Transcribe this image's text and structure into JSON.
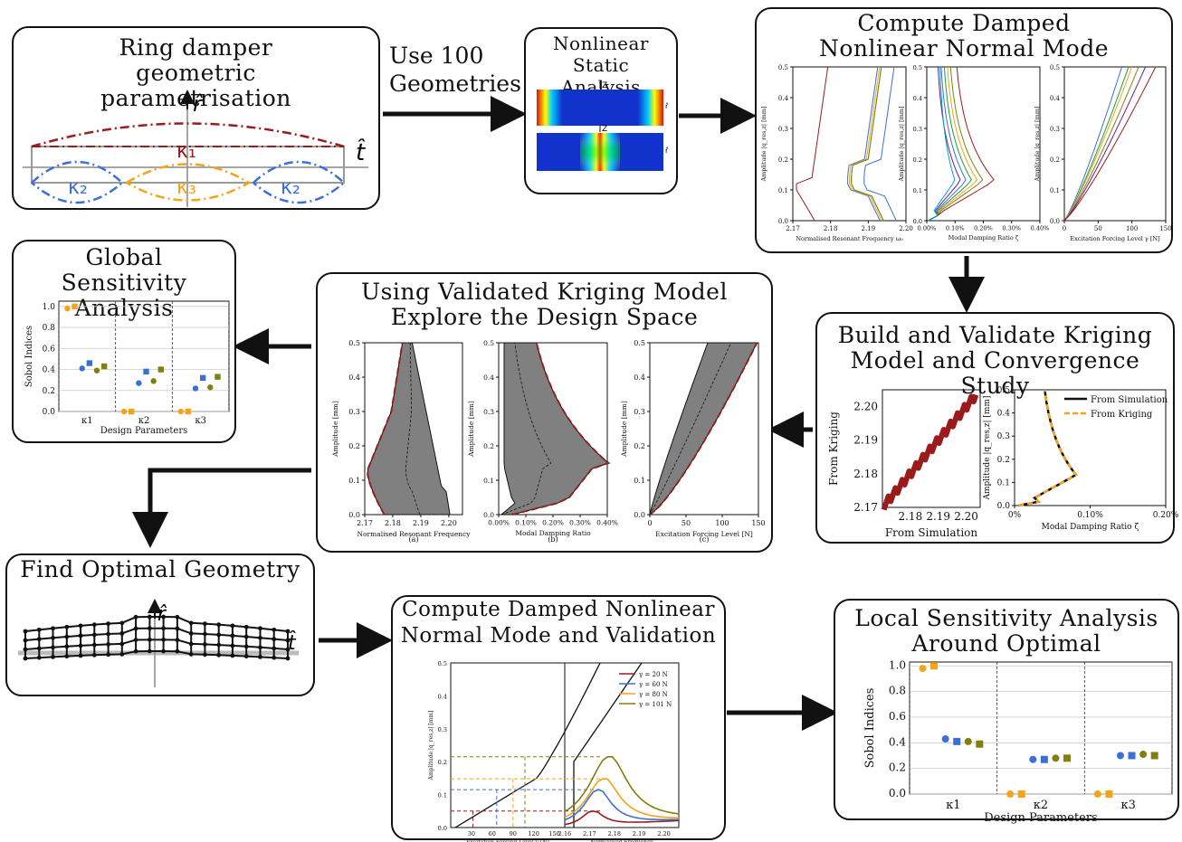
{
  "boxes": {
    "ring": {
      "title": "Ring damper geometric parametrisation",
      "r_axis": "r̂",
      "t_axis": "t̂",
      "k1": "κ₁",
      "k2": "κ₂",
      "k3": "κ₃"
    },
    "static": {
      "title": "Nonlinear Static Analysis",
      "axis_z": "Z",
      "axis_r": "r̂"
    },
    "dnnm": {
      "title": "Compute Damped Nonlinear Normal Mode"
    },
    "gsa": {
      "title": "Global Sensitivity Analysis"
    },
    "explore": {
      "title": "Using Validated Kriging Model Explore the Design Space"
    },
    "kriging": {
      "title": "Build and Validate Kriging Model and Convergence Study"
    },
    "optimal": {
      "title": "Find Optimal Geometry",
      "r_axis": "r̂",
      "t_axis": "t̂"
    },
    "validation": {
      "title": "Compute Damped Nonlinear Normal Mode and Validation"
    },
    "lsa": {
      "title": "Local Sensitivity Analysis Around Optimal"
    }
  },
  "arrows": {
    "use100": "Use 100 Geometries"
  },
  "chart_data": [
    {
      "id": "dnnm-freq",
      "type": "line",
      "xlabel": "Normalised Resonant Frequency ω₀",
      "ylabel": "Amplitude |q_res,z| [mm]",
      "xticks": [
        "2.17",
        "2.18",
        "2.19",
        "2.20"
      ],
      "yticks": [
        "0.0",
        "0.1",
        "0.2",
        "0.3",
        "0.4",
        "0.5"
      ],
      "xlim": [
        2.17,
        2.2
      ],
      "ylim": [
        0,
        0.5
      ]
    },
    {
      "id": "dnnm-damp",
      "type": "line",
      "xlabel": "Modal Damping Ratio ζ",
      "ylabel": "Amplitude |q_res,z| [mm]",
      "xticks": [
        "0.00%",
        "0.10%",
        "0.20%",
        "0.30%",
        "0.40%"
      ],
      "yticks": [
        "0.0",
        "0.1",
        "0.2",
        "0.3",
        "0.4",
        "0.5"
      ],
      "xlim": [
        0,
        0.4
      ],
      "ylim": [
        0,
        0.5
      ]
    },
    {
      "id": "dnnm-force",
      "type": "line",
      "xlabel": "Excitation Forcing Level γ [N]",
      "ylabel": "Amplitude |q_res,z| [mm]",
      "xticks": [
        "0",
        "50",
        "100",
        "150"
      ],
      "yticks": [
        "0.0",
        "0.1",
        "0.2",
        "0.3",
        "0.4",
        "0.5"
      ],
      "xlim": [
        0,
        150
      ],
      "ylim": [
        0,
        0.5
      ]
    },
    {
      "id": "gsa",
      "type": "scatter",
      "ylabel": "Sobol Indices",
      "xlabel": "Design Parameters",
      "categories": [
        "κ1",
        "κ2",
        "κ3"
      ],
      "yticks": [
        "0.0",
        "0.2",
        "0.4",
        "0.6",
        "0.8",
        "1.0"
      ],
      "ylim": [
        0,
        1.05
      ],
      "series": [
        {
          "color": "#f5a31a",
          "marker": "circle",
          "values": [
            0.98,
            0.0,
            0.0
          ]
        },
        {
          "color": "#f5a31a",
          "marker": "square",
          "values": [
            1.0,
            0.0,
            0.0
          ]
        },
        {
          "color": "#3b6fd8",
          "marker": "circle",
          "values": [
            0.41,
            0.27,
            0.22
          ]
        },
        {
          "color": "#3b6fd8",
          "marker": "square",
          "values": [
            0.46,
            0.38,
            0.32
          ]
        },
        {
          "color": "#808010",
          "marker": "circle",
          "values": [
            0.39,
            0.29,
            0.23
          ]
        },
        {
          "color": "#808010",
          "marker": "square",
          "values": [
            0.43,
            0.4,
            0.33
          ]
        }
      ]
    },
    {
      "id": "explore-freq",
      "type": "area",
      "xlabel": "Normalised Resonant Frequency",
      "ylabel": "Amplitude [mm]",
      "caption": "(a)",
      "xticks": [
        "2.17",
        "2.18",
        "2.19",
        "2.20"
      ],
      "yticks": [
        "0.0",
        "0.1",
        "0.2",
        "0.3",
        "0.4",
        "0.5"
      ],
      "xlim": [
        2.17,
        2.205
      ],
      "ylim": [
        0,
        0.5
      ]
    },
    {
      "id": "explore-damp",
      "type": "area",
      "xlabel": "Modal Damping Ratio",
      "ylabel": "Amplitude [mm]",
      "caption": "(b)",
      "xticks": [
        "0.00%",
        "0.10%",
        "0.20%",
        "0.30%",
        "0.40%"
      ],
      "yticks": [
        "0.0",
        "0.1",
        "0.2",
        "0.3",
        "0.4",
        "0.5"
      ],
      "xlim": [
        0,
        0.4
      ],
      "ylim": [
        0,
        0.5
      ]
    },
    {
      "id": "explore-force",
      "type": "area",
      "xlabel": "Excitation Forcing Level [N]",
      "ylabel": "Amplitude [mm]",
      "caption": "(c)",
      "xticks": [
        "0",
        "50",
        "100",
        "150"
      ],
      "yticks": [
        "0.0",
        "0.1",
        "0.2",
        "0.3",
        "0.4",
        "0.5"
      ],
      "xlim": [
        0,
        150
      ],
      "ylim": [
        0,
        0.5
      ]
    },
    {
      "id": "krig-scatter",
      "type": "scatter",
      "xlabel": "From Simulation",
      "ylabel": "From Kriging",
      "xticks": [
        "2.18",
        "2.19",
        "2.20"
      ],
      "yticks": [
        "2.17",
        "2.18",
        "2.19",
        "2.20"
      ],
      "xlim": [
        2.17,
        2.205
      ],
      "ylim": [
        2.17,
        2.205
      ]
    },
    {
      "id": "krig-line",
      "type": "line",
      "xlabel": "Modal Damping Ratio ζ",
      "ylabel": "Amplitude |q_res,z| [mm]",
      "xticks": [
        "0%",
        "0.10%",
        "0.20%"
      ],
      "yticks": [
        "0.0",
        "0.1",
        "0.2",
        "0.3",
        "0.4",
        "0.5"
      ],
      "xlim": [
        0,
        0.2
      ],
      "ylim": [
        0,
        0.5
      ],
      "legend": [
        "From Simulation",
        "From Kriging"
      ]
    },
    {
      "id": "valid",
      "type": "line",
      "xlabel_left": "Excitation Forcing Level γ [N]",
      "xlabel_right": "Normalised Frequency",
      "ylabel": "Amplitude |q_res,z| [mm]",
      "xticks_left": [
        "30",
        "60",
        "90",
        "120",
        "150"
      ],
      "xticks_right": [
        "2.16",
        "2.17",
        "2.18",
        "2.19",
        "2.20"
      ],
      "yticks": [
        "0.0",
        "0.1",
        "0.2",
        "0.3",
        "0.4",
        "0.5"
      ],
      "legend": [
        {
          "name": "γ = 20 N",
          "color": "#9b1b1b"
        },
        {
          "name": "γ = 60 N",
          "color": "#3b6fd8"
        },
        {
          "name": "γ = 80 N",
          "color": "#f5a31a"
        },
        {
          "name": "γ = 101 N",
          "color": "#808010"
        }
      ]
    },
    {
      "id": "lsa",
      "type": "scatter",
      "ylabel": "Sobol Indices",
      "xlabel": "Design Parameters",
      "categories": [
        "κ1",
        "κ2",
        "κ3"
      ],
      "yticks": [
        "0.0",
        "0.2",
        "0.4",
        "0.6",
        "0.8",
        "1.0"
      ],
      "ylim": [
        0,
        1.03
      ],
      "series": [
        {
          "color": "#f5a31a",
          "marker": "circle",
          "values": [
            0.98,
            0.0,
            0.0
          ]
        },
        {
          "color": "#f5a31a",
          "marker": "square",
          "values": [
            1.0,
            0.0,
            0.0
          ]
        },
        {
          "color": "#3b6fd8",
          "marker": "circle",
          "values": [
            0.43,
            0.27,
            0.3
          ]
        },
        {
          "color": "#3b6fd8",
          "marker": "square",
          "values": [
            0.41,
            0.27,
            0.3
          ]
        },
        {
          "color": "#808010",
          "marker": "circle",
          "values": [
            0.41,
            0.28,
            0.31
          ]
        },
        {
          "color": "#808010",
          "marker": "square",
          "values": [
            0.39,
            0.28,
            0.3
          ]
        }
      ]
    }
  ]
}
